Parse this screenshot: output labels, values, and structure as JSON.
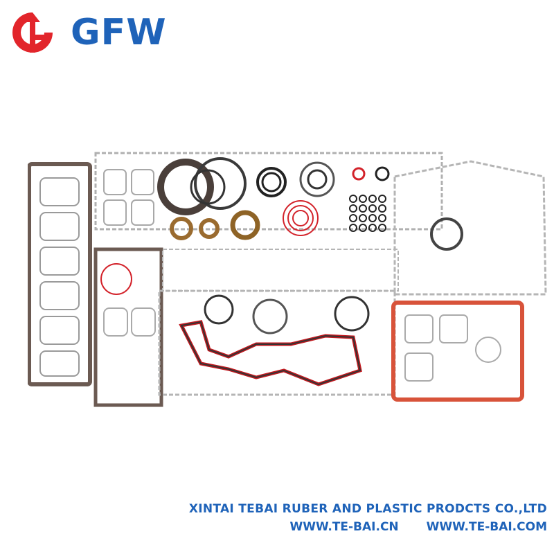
{
  "brand": {
    "name": "GFW",
    "mark_icon": "gfw-arrow-logo-icon",
    "colors": {
      "red": "#e2252b",
      "blue": "#1f63b9"
    }
  },
  "photo": {
    "subject_icon": "gasket-set-photo"
  },
  "footer": {
    "company": "XINTAI TEBAI RUBER AND PLASTIC PRODCTS CO.,LTD",
    "url_left": "WWW.TE-BAI.CN",
    "url_right": "WWW.TE-BAI.COM"
  }
}
